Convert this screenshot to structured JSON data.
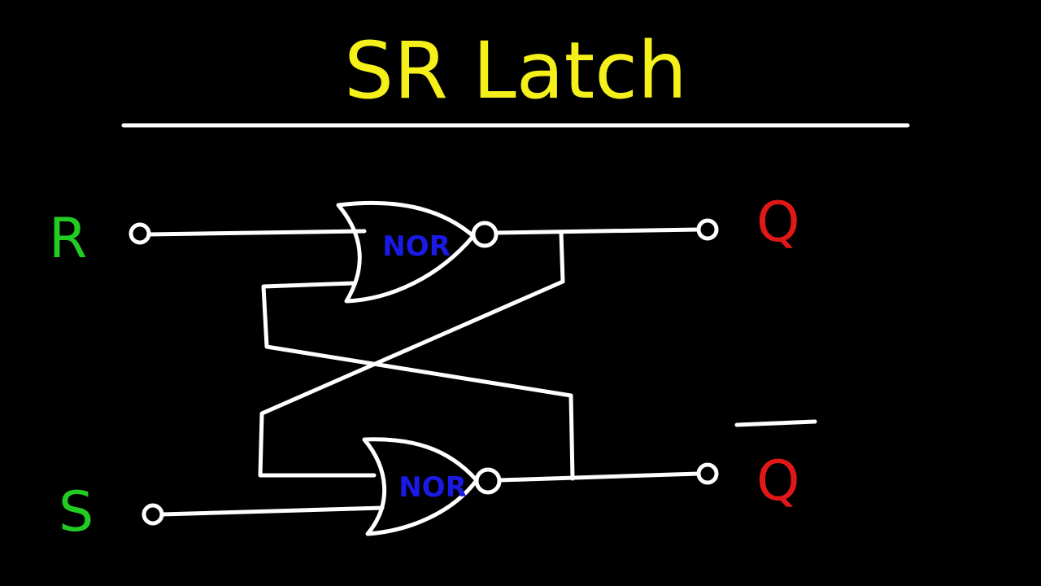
{
  "title": "SR Latch",
  "inputs": {
    "reset": "R",
    "set": "S"
  },
  "outputs": {
    "q": "Q",
    "q_bar": "Q"
  },
  "gates": {
    "top": "NOR",
    "bottom": "NOR"
  },
  "colors": {
    "background": "#000000",
    "title": "#f5ef1a",
    "wire": "#ffffff",
    "gate_fill": "#000000",
    "gate_label": "#1a1ae6",
    "input_label": "#22cc22",
    "output_label": "#e01818"
  }
}
